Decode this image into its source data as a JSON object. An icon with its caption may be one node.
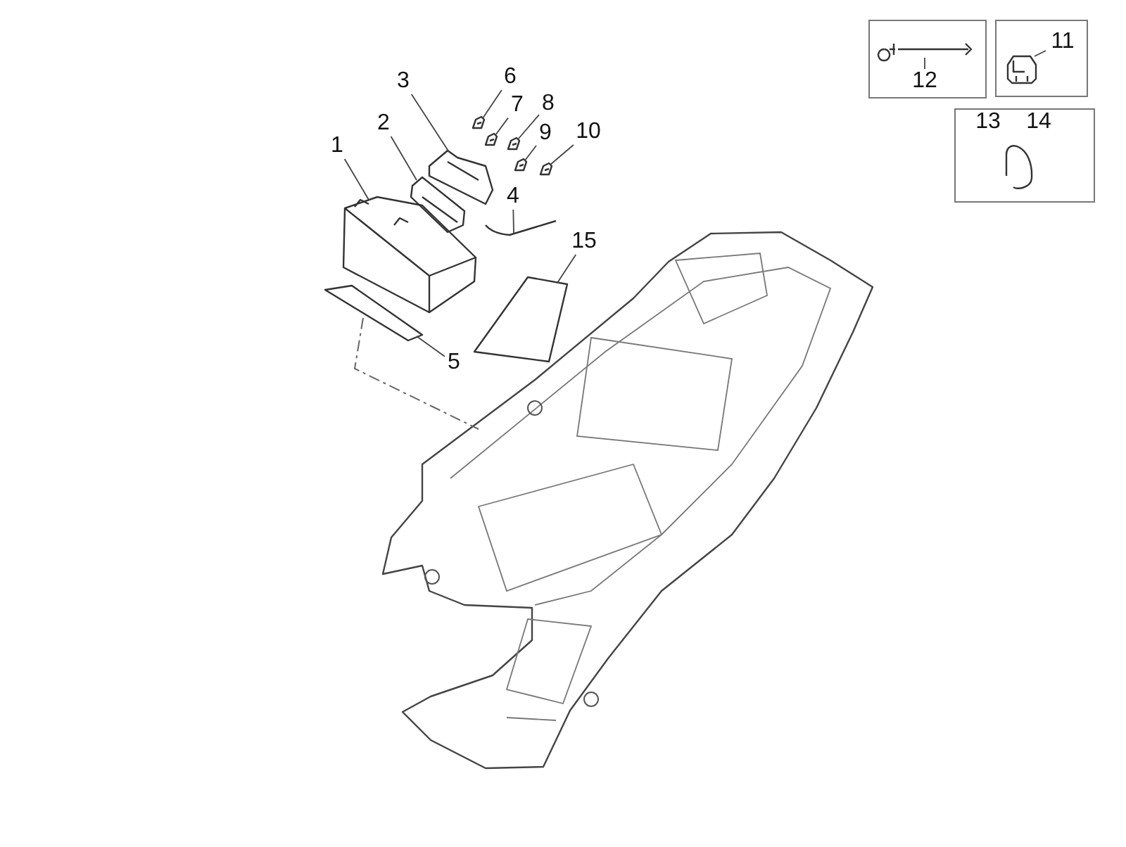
{
  "diagram": {
    "nodes": [
      {
        "text": [],
        "shape": "box"
      },
      {
        "text": [
          "12"
        ],
        "in": 0
      },
      {
        "text": [],
        "shape": "picture",
        "in": 0
      },
      {
        "text": [],
        "shape": "box"
      },
      {
        "text": [
          "11"
        ],
        "in": 3
      },
      {
        "text": [],
        "shape": "picture",
        "in": 3
      },
      {
        "text": [],
        "shape": "box"
      },
      {
        "text": [
          "13"
        ],
        "in": 6
      },
      {
        "text": [
          "14"
        ],
        "in": 6
      },
      {
        "text": [],
        "shape": "picture",
        "in": 6
      },
      {
        "text": [
          "1"
        ]
      },
      {
        "text": [
          "2"
        ]
      },
      {
        "text": [
          "3"
        ]
      },
      {
        "text": [
          "4"
        ]
      },
      {
        "text": [
          "5"
        ]
      },
      {
        "text": [
          "6"
        ]
      },
      {
        "text": [
          "7"
        ]
      },
      {
        "text": [
          "8"
        ]
      },
      {
        "text": [
          "9"
        ]
      },
      {
        "text": [
          "10"
        ]
      },
      {
        "text": [
          "15"
        ]
      },
      {
        "text": [],
        "shape": "picture"
      },
      {
        "text": [],
        "shape": "picture"
      },
      {
        "text": [],
        "shape": "picture"
      },
      {
        "text": [],
        "shape": "picture"
      },
      {
        "text": [],
        "shape": "picture"
      },
      {
        "text": [],
        "shape": "picture"
      },
      {
        "text": [],
        "shape": "picture"
      },
      {
        "text": [],
        "shape": "picture"
      },
      {
        "text": [],
        "shape": "picture"
      },
      {
        "text": [],
        "shape": "picture"
      },
      {
        "text": [],
        "shape": "picture"
      }
    ],
    "edges": [
      {
        "from": 1,
        "to": 2,
        "arrow": "none"
      },
      {
        "from": 4,
        "to": 5,
        "arrow": "none"
      },
      {
        "from": 10,
        "to": 21,
        "arrow": "none"
      },
      {
        "from": 11,
        "to": 22,
        "arrow": "none"
      },
      {
        "from": 12,
        "to": 23,
        "arrow": "none"
      },
      {
        "from": 13,
        "to": 24,
        "arrow": "none"
      },
      {
        "from": 14,
        "to": 25,
        "arrow": "none"
      },
      {
        "from": 15,
        "to": 26,
        "arrow": "none"
      },
      {
        "from": 16,
        "to": 27,
        "arrow": "none"
      },
      {
        "from": 17,
        "to": 28,
        "arrow": "none"
      },
      {
        "from": 18,
        "to": 29,
        "arrow": "none"
      },
      {
        "from": 19,
        "to": 30,
        "arrow": "none"
      },
      {
        "from": 20,
        "to": 31,
        "arrow": "none"
      }
    ]
  }
}
